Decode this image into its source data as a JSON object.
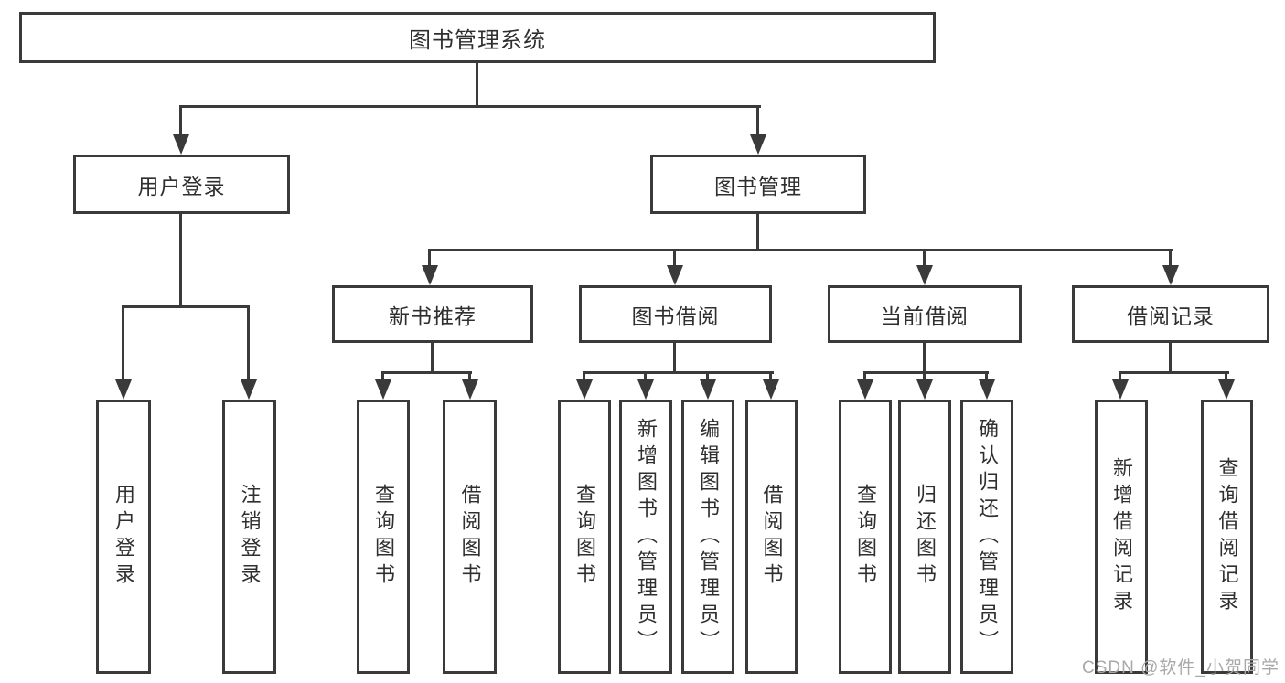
{
  "tree": {
    "label": "图书管理系统",
    "children": [
      {
        "label": "用户登录",
        "children": [
          {
            "label": "用户登录"
          },
          {
            "label": "注销登录"
          }
        ]
      },
      {
        "label": "图书管理",
        "children": [
          {
            "label": "新书推荐",
            "children": [
              {
                "label": "查询图书"
              },
              {
                "label": "借阅图书"
              }
            ]
          },
          {
            "label": "图书借阅",
            "children": [
              {
                "label": "查询图书"
              },
              {
                "label": "新增图书（管理员）"
              },
              {
                "label": "编辑图书（管理员）"
              },
              {
                "label": "借阅图书"
              }
            ]
          },
          {
            "label": "当前借阅",
            "children": [
              {
                "label": "查询图书"
              },
              {
                "label": "归还图书"
              },
              {
                "label": "确认归还（管理员）"
              }
            ]
          },
          {
            "label": "借阅记录",
            "children": [
              {
                "label": "新增借阅记录"
              },
              {
                "label": "查询借阅记录"
              }
            ]
          }
        ]
      }
    ]
  },
  "watermark": {
    "text": "CSDN @软件_小贺同学"
  },
  "colors": {
    "line": "#3a3a3a",
    "text": "#2f2f2f",
    "background": "#ffffff",
    "watermark": "#a9a9a9"
  }
}
